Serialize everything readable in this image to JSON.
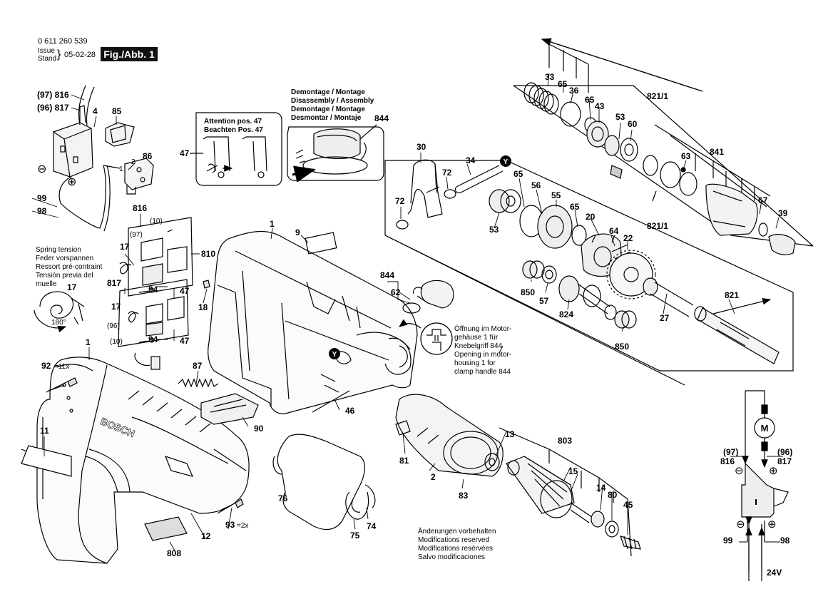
{
  "header": {
    "part_number": "0 611 260 539",
    "issue_label": "Issue",
    "stand_label": "Stand",
    "date": "05-02-28",
    "figure": "Fig./Abb. 1"
  },
  "notes": {
    "assembly": [
      "Demontage / Montage",
      "Disassembly / Assembly",
      "Demontage / Montage",
      "Desmontar / Montaje"
    ],
    "attention": [
      "Attention pos. 47",
      "Beachten Pos. 47"
    ],
    "spring": [
      "Spring tension",
      "Feder vorspannen",
      "Ressort pré-contraint",
      "Tensión previa del",
      "muelle"
    ],
    "opening": [
      "Öffnung im Motor-",
      "gehäuse 1 für",
      "Knebelgriff 844",
      "Opening in motor-",
      "housing 1 for",
      "clamp handle 844"
    ],
    "changes": [
      "Änderungen vorbehalten",
      "Modifications reserved",
      "Modifications resérvées",
      "Salvo modificaciones"
    ],
    "angle": "180°",
    "voltage": "24V",
    "brand": "BOSCH",
    "motor_symbol": "M",
    "plus": "⊕",
    "minus": "⊖"
  },
  "labels": {
    "p97_816": "(97) 816",
    "p96_817": "(96) 817",
    "p4": "4",
    "p85": "85",
    "p2": "2",
    "p1a": "1",
    "p86": "86",
    "p99": "99",
    "p98": "98",
    "p816": "816",
    "p10a": "(10)",
    "p97": "(97)",
    "p17a": "17",
    "p810": "810",
    "p94a": "94",
    "p47a": "47",
    "p817": "817",
    "p17b": "17",
    "p96": "(96)",
    "p10b": "(10)",
    "p94b": "94",
    "p47b": "47",
    "p17c": "17",
    "p92": "92",
    "p92q": "=11x",
    "p1b": "1",
    "p11": "11",
    "p808": "808",
    "p93": "93",
    "p93q": "=2x",
    "p12": "12",
    "p47c": "47",
    "p844a": "844",
    "p1c": "1",
    "p9": "9",
    "p18": "18",
    "p87": "87",
    "p90": "90",
    "p46": "46",
    "p76": "76",
    "p75": "75",
    "p74": "74",
    "p844b": "844",
    "p62": "62",
    "pY1": "Y",
    "pY2": "Y",
    "p30": "30",
    "p34": "34",
    "p72a": "72",
    "p72b": "72",
    "p65a": "65",
    "p56": "56",
    "p55": "55",
    "p53a": "53",
    "p65b": "65",
    "p20": "20",
    "p64": "64",
    "p22": "22",
    "p821_1a": "821/1",
    "p850a": "850",
    "p57": "57",
    "p824": "824",
    "p850b": "850",
    "p27": "27",
    "p821": "821",
    "p33": "33",
    "p65c": "65",
    "p36": "36",
    "p65d": "65",
    "p43": "43",
    "p53b": "53",
    "p60": "60",
    "p821_1b": "821/1",
    "p63": "63",
    "p841": "841",
    "p67": "67",
    "p39": "39",
    "p81": "81",
    "p2b": "2",
    "p83": "83",
    "p13": "13",
    "p803": "803",
    "p15": "15",
    "p14": "14",
    "p80": "80",
    "p45": "45",
    "w97": "(97)",
    "w816": "816",
    "w96": "(96)",
    "w817": "817",
    "w99": "99",
    "w98": "98"
  }
}
